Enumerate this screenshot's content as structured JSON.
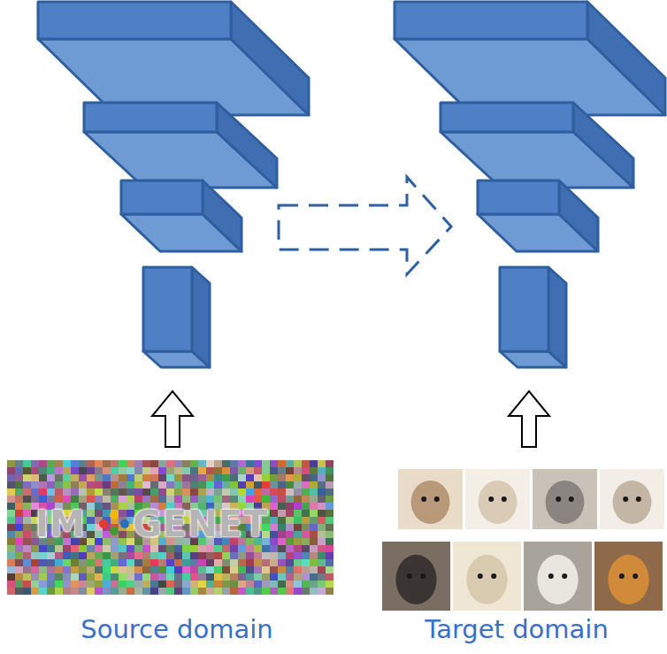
{
  "diagram": {
    "labels": [
      "IM",
      "GENET",
      "Source domain",
      "Target domain"
    ]
  }
}
